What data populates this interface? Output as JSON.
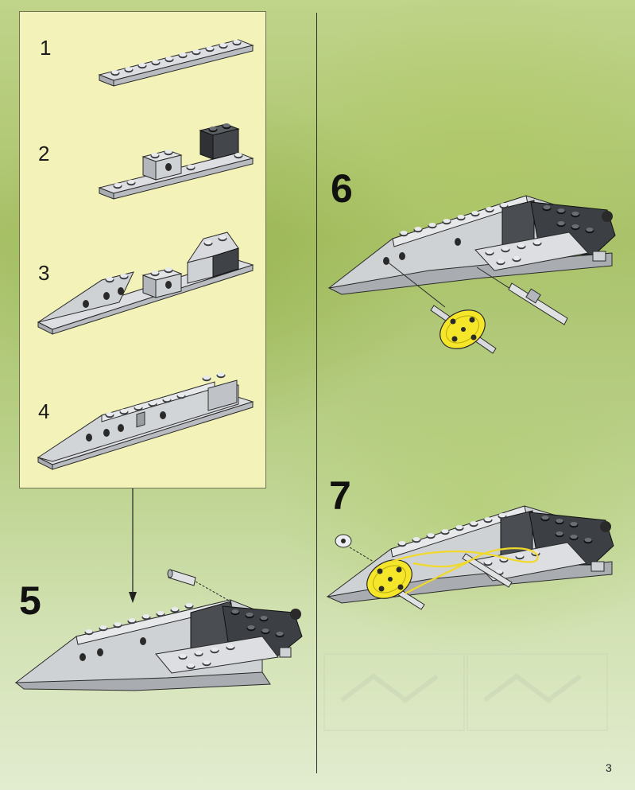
{
  "steps": {
    "s1": "1",
    "s2": "2",
    "s3": "3",
    "s4": "4",
    "s5": "5",
    "s6": "6",
    "s7": "7"
  },
  "page_number": "3",
  "colors": {
    "panel": "#f3f2b9",
    "light_brick": "#c8cbcf",
    "dark_brick": "#4a4d52",
    "yellow_pulley": "#f5e62a",
    "background_green": "#a9c26a"
  },
  "icons": [
    "lego-plate-icon",
    "lego-brick-icon",
    "technic-axle-icon",
    "pulley-wheel-icon",
    "rubber-band-icon",
    "arrow-down-icon"
  ]
}
